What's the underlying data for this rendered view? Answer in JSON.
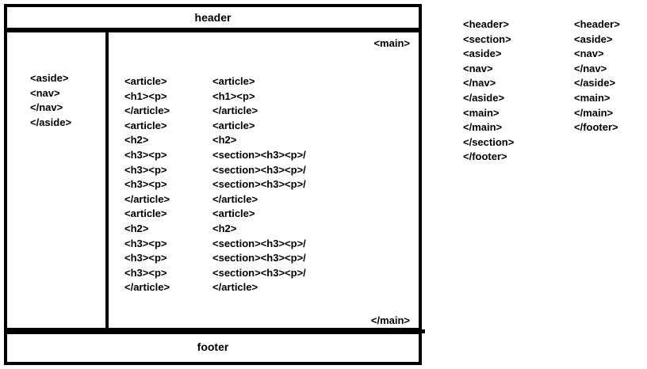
{
  "diagram": {
    "header": {
      "label": "header"
    },
    "footer": {
      "label": "footer"
    },
    "main_open_tag": "<main>",
    "main_close_tag": "</main>",
    "aside_lines": [
      "<aside>",
      "<nav>",
      "</nav>",
      "</aside>"
    ],
    "main_column_1": [
      "<article>",
      "<h1><p>",
      "</article>",
      "<article>",
      "<h2>",
      "<h3><p>",
      "<h3><p>",
      "<h3><p>",
      "</article>",
      "<article>",
      "<h2>",
      "<h3><p>",
      "<h3><p>",
      "<h3><p>",
      "</article>"
    ],
    "main_column_2": [
      "<article>",
      "<h1><p>",
      "</article>",
      "<article>",
      "<h2>",
      "<section><h3><p>/",
      "<section><h3><p>/",
      "<section><h3><p>/",
      "</article>",
      "<article>",
      "<h2>",
      "<section><h3><p>/",
      "<section><h3><p>/",
      "<section><h3><p>/",
      "</article>"
    ]
  },
  "outline": {
    "column_1": [
      "<header>",
      "<section>",
      "<aside>",
      "<nav>",
      "</nav>",
      "</aside>",
      "<main>",
      "</main>",
      "</section>",
      "</footer>"
    ],
    "column_2": [
      "<header>",
      "<aside>",
      "<nav>",
      "</nav>",
      "</aside>",
      "<main>",
      "</main>",
      "</footer>"
    ]
  },
  "colors": {
    "border": "#000000",
    "text": "#000000",
    "background": "#ffffff"
  }
}
